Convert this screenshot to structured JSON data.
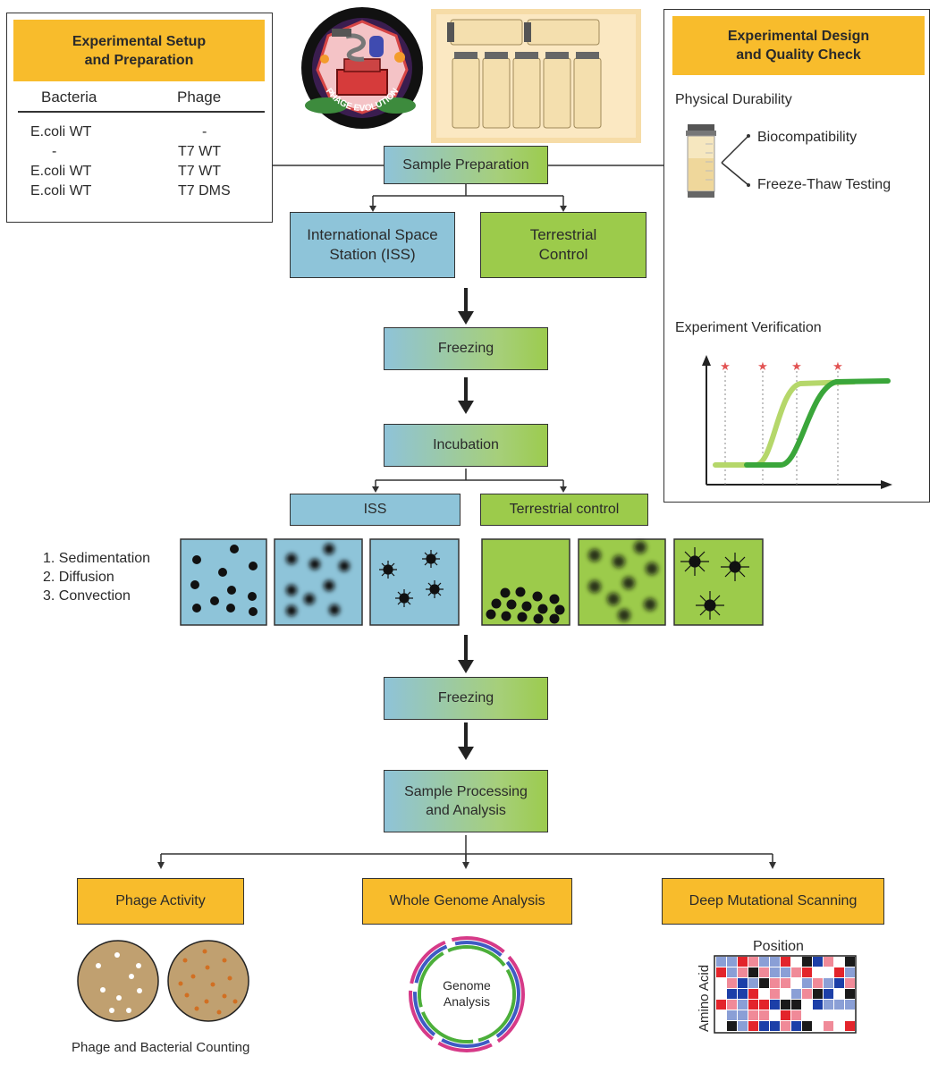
{
  "setup": {
    "title": "Experimental Setup\nand Preparation",
    "col_bacteria": "Bacteria",
    "col_phage": "Phage",
    "rows": [
      {
        "bacteria": "E.coli WT",
        "phage": "-"
      },
      {
        "bacteria": "-",
        "phage": "T7 WT"
      },
      {
        "bacteria": "E.coli WT",
        "phage": "T7 WT"
      },
      {
        "bacteria": "E.coli WT",
        "phage": "T7 DMS"
      }
    ]
  },
  "design": {
    "title": "Experimental Design\nand Quality Check",
    "durability": "Physical Durability",
    "biocompat": "Biocompatibility",
    "freeze_thaw": "Freeze-Thaw Testing",
    "verification": "Experiment Verification"
  },
  "patch": {
    "text": "PHAGE EVOLUTION"
  },
  "flow": {
    "sample_prep": "Sample Preparation",
    "iss_full": "International Space\nStation (ISS)",
    "terrestrial": "Terrestrial\nControl",
    "freezing1": "Freezing",
    "incubation": "Incubation",
    "iss": "ISS",
    "terrestrial_control": "Terrestrial control",
    "freezing2": "Freezing",
    "processing": "Sample Processing\nand Analysis"
  },
  "mechanisms": [
    "1. Sedimentation",
    "2. Diffusion",
    "3. Convection"
  ],
  "outputs": {
    "phage_activity": "Phage Activity",
    "whole_genome": "Whole Genome Analysis",
    "dms": "Deep Mutational Scanning",
    "counting": "Phage and Bacterial Counting",
    "genome_label": "Genome\nAnalysis",
    "position": "Position",
    "amino_acid": "Amino Acid"
  },
  "colors": {
    "blue": "#8ec4d9",
    "green": "#9ccb4b",
    "orange": "#f8bc2c",
    "curve_light": "#b5d76a",
    "curve_dark": "#3aa63a"
  }
}
